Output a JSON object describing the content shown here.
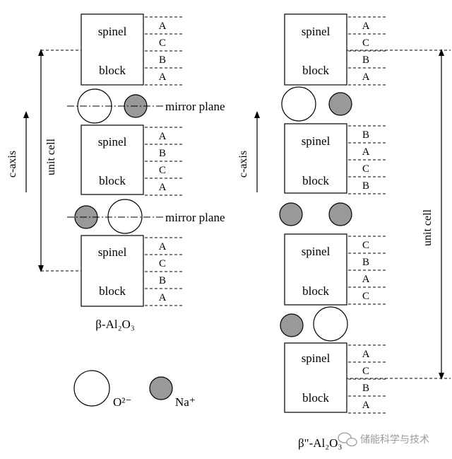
{
  "left_panel": {
    "caption": "β-Al₂O₃",
    "axis_label": "c-axis",
    "unit_cell_label": "unit cell",
    "blocks": [
      {
        "top_label": "spinel",
        "bottom_label": "block",
        "stacking": [
          "A",
          "C",
          "B",
          "A"
        ]
      },
      {
        "top_label": "spinel",
        "bottom_label": "block",
        "stacking": [
          "A",
          "B",
          "C",
          "A"
        ]
      },
      {
        "top_label": "spinel",
        "bottom_label": "block",
        "stacking": [
          "A",
          "C",
          "B",
          "A"
        ]
      }
    ],
    "mirror_plane_label": "mirror plane"
  },
  "right_panel": {
    "caption": "β\"-Al₂O₃",
    "axis_label": "c-axis",
    "unit_cell_label": "unit cell",
    "blocks": [
      {
        "top_label": "spinel",
        "bottom_label": "block",
        "stacking": [
          "A",
          "C",
          "B",
          "A"
        ]
      },
      {
        "top_label": "spinel",
        "bottom_label": "block",
        "stacking": [
          "B",
          "A",
          "C",
          "B"
        ]
      },
      {
        "top_label": "spinel",
        "bottom_label": "block",
        "stacking": [
          "C",
          "B",
          "A",
          "C"
        ]
      },
      {
        "top_label": "spinel",
        "bottom_label": "block",
        "stacking": [
          "A",
          "C",
          "B",
          "A"
        ]
      }
    ]
  },
  "legend": {
    "oxygen_label": "O²⁻",
    "sodium_label": "Na⁺"
  },
  "watermark": "储能科学与技术",
  "colors": {
    "sodium_fill": "#999999",
    "oxygen_fill": "#ffffff",
    "line": "#000000"
  }
}
